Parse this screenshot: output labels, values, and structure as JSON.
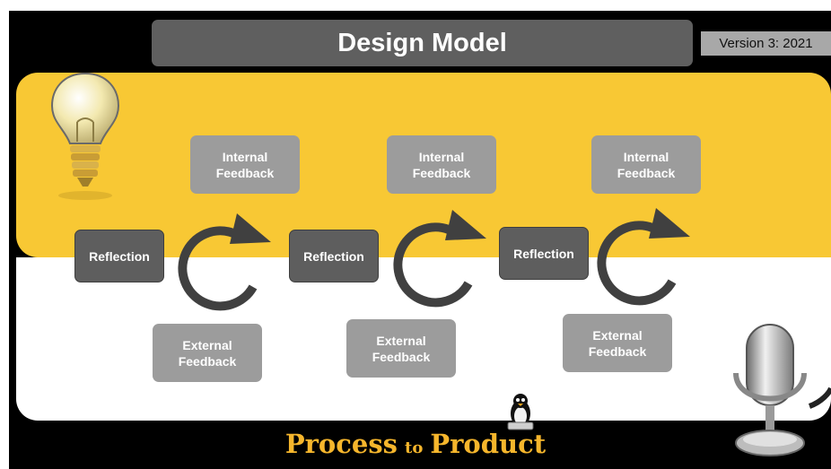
{
  "title": "Design Model",
  "version": "Version 3: 2021",
  "cycles": [
    {
      "internal": "Internal\nFeedback",
      "reflection": "Reflection",
      "external": "External\nFeedback"
    },
    {
      "internal": "Internal\nFeedback",
      "reflection": "Reflection",
      "external": "External\nFeedback"
    },
    {
      "internal": "Internal\nFeedback",
      "reflection": "Reflection",
      "external": "External\nFeedback"
    }
  ],
  "footer": {
    "process": "Process",
    "to": "to",
    "product": "Product"
  },
  "colors": {
    "yellow": "#f8c834",
    "footer": "#f6b62c",
    "dark_box": "#5e5e5e",
    "light_box": "#9c9c9c",
    "title_bar": "#5f5f5f"
  },
  "icons": [
    "lightbulb-icon",
    "cycle-arrow-icon",
    "penguin-icon",
    "microphone-icon"
  ]
}
